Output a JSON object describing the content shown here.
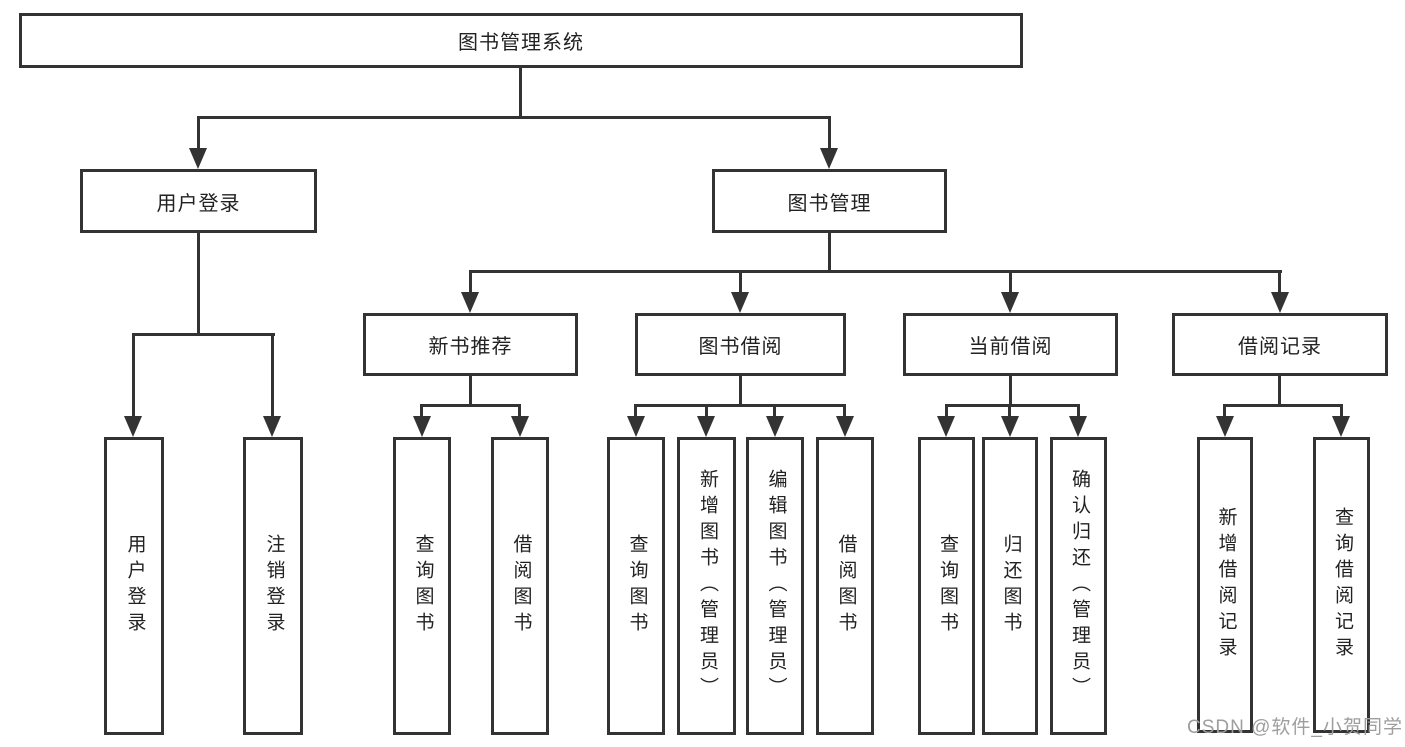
{
  "colors": {
    "line": "#333333",
    "text": "#222222",
    "watermark": "#9e9e9e",
    "background": "#ffffff"
  },
  "nodes": {
    "root": "图书管理系统",
    "level2": [
      "用户登录",
      "图书管理"
    ],
    "level3": [
      "新书推荐",
      "图书借阅",
      "当前借阅",
      "借阅记录"
    ],
    "login_children": [
      "用户登录",
      "注销登录"
    ],
    "recommend_children": [
      "查询图书",
      "借阅图书"
    ],
    "borrow_children": [
      "查询图书",
      "新增图书（管理员）",
      "编辑图书（管理员）",
      "借阅图书"
    ],
    "current_children": [
      "查询图书",
      "归还图书",
      "确认归还（管理员）"
    ],
    "records_children": [
      "新增借阅记录",
      "查询借阅记录"
    ]
  },
  "watermark": "CSDN @软件_小贺同学"
}
